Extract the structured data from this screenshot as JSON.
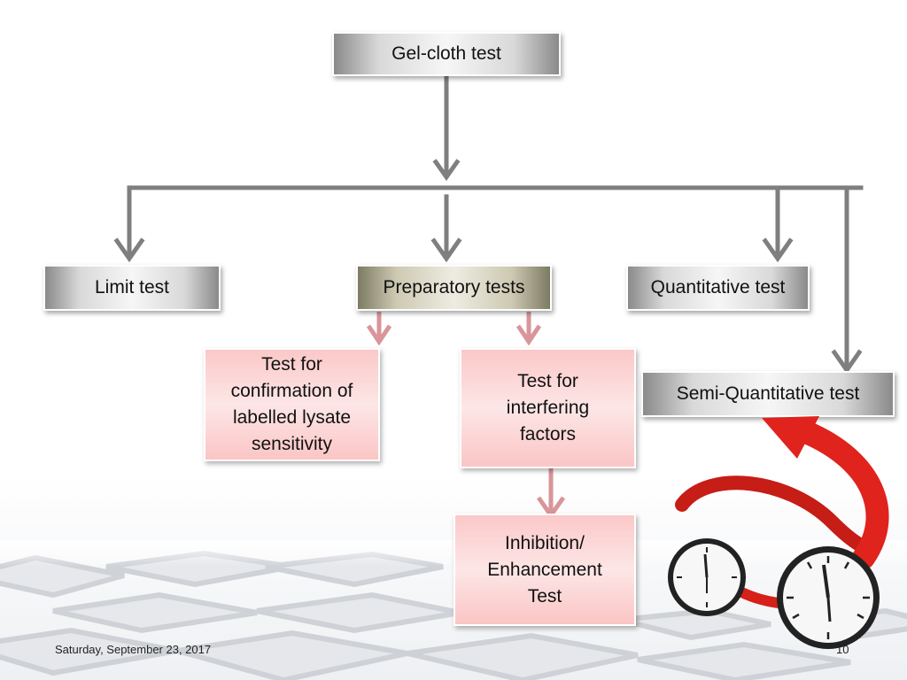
{
  "diagram": {
    "root": "Gel-cloth test",
    "branches": {
      "limit": "Limit test",
      "preparatory": "Preparatory tests",
      "quantitative": "Quantitative test",
      "semi_quantitative": "Semi-Quantitative test"
    },
    "preparatory_children": {
      "confirmation": [
        "Test for",
        "confirmation of",
        "labelled lysate",
        "sensitivity"
      ],
      "interfering": [
        "Test for",
        "interfering",
        "factors"
      ]
    },
    "interfering_child": [
      "Inhibition/",
      "Enhancement",
      "Test"
    ]
  },
  "footer": {
    "date": "Saturday, September 23, 2017",
    "page_number": "10"
  },
  "colors": {
    "connector": "#7f7f7f",
    "pink_arrow": "#d9959a",
    "ribbon": "#e0231d"
  },
  "icons": [
    "clock-icon",
    "clock-icon",
    "curved-arrow-ribbon"
  ]
}
